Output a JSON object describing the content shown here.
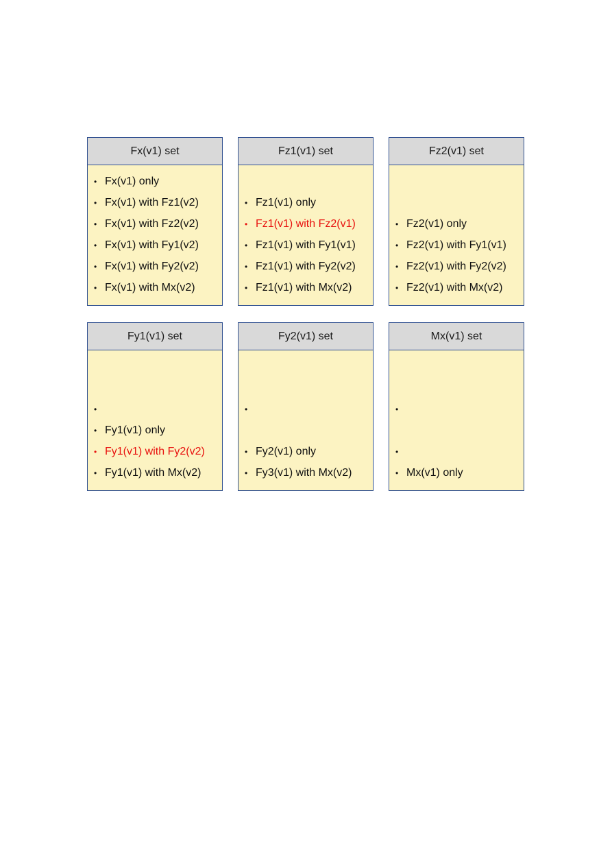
{
  "cards": [
    {
      "title": "Fx(v1)  set",
      "items": [
        {
          "text": "Fx(v1)  only",
          "highlight": false
        },
        {
          "text": "Fx(v1) with Fz1(v2)",
          "highlight": false
        },
        {
          "text": "Fx(v1) with Fz2(v2)",
          "highlight": false
        },
        {
          "text": "Fx(v1) with Fy1(v2)",
          "highlight": false
        },
        {
          "text": "Fx(v1) with Fy2(v2)",
          "highlight": false
        },
        {
          "text": "Fx(v1)  with Mx(v2)",
          "highlight": false
        }
      ]
    },
    {
      "title": "Fz1(v1) set",
      "items": [
        {
          "text": "Fz1(v1) only",
          "highlight": false
        },
        {
          "text": "Fz1(v1)  with Fz2(v1)",
          "highlight": true
        },
        {
          "text": "Fz1(v1)  with Fy1(v1)",
          "highlight": false
        },
        {
          "text": "Fz1(v1)  with Fy2(v2)",
          "highlight": false
        },
        {
          "text": "Fz1(v1)  with Mx(v2)",
          "highlight": false
        }
      ]
    },
    {
      "title": "Fz2(v1) set",
      "items": [
        {
          "text": "Fz2(v1)  only",
          "highlight": false
        },
        {
          "text": "Fz2(v1)  with Fy1(v1)",
          "highlight": false
        },
        {
          "text": "Fz2(v1)  with Fy2(v2)",
          "highlight": false
        },
        {
          "text": "Fz2(v1)  with Mx(v2)",
          "highlight": false
        }
      ]
    },
    {
      "title": "Fy1(v1)  set",
      "items": [
        {
          "text": "",
          "highlight": false
        },
        {
          "text": "Fy1(v1)  only",
          "highlight": false
        },
        {
          "text": "Fy1(v1)  with Fy2(v2)",
          "highlight": true
        },
        {
          "text": "Fy1(v1)  with Mx(v2)",
          "highlight": false
        }
      ]
    },
    {
      "title": "Fy2(v1) set",
      "items": [
        {
          "text": "",
          "highlight": false
        },
        {
          "text": "",
          "highlight": false,
          "noBullet": true
        },
        {
          "text": "Fy2(v1) only",
          "highlight": false
        },
        {
          "text": "Fy3(v1)  with Mx(v2)",
          "highlight": false
        }
      ]
    },
    {
      "title": "Mx(v1)  set",
      "items": [
        {
          "text": "",
          "highlight": false
        },
        {
          "text": "",
          "highlight": false,
          "noBullet": true
        },
        {
          "text": "",
          "highlight": false
        },
        {
          "text": "Mx(v1)  only",
          "highlight": false
        }
      ]
    }
  ],
  "bullet_glyph": "•"
}
